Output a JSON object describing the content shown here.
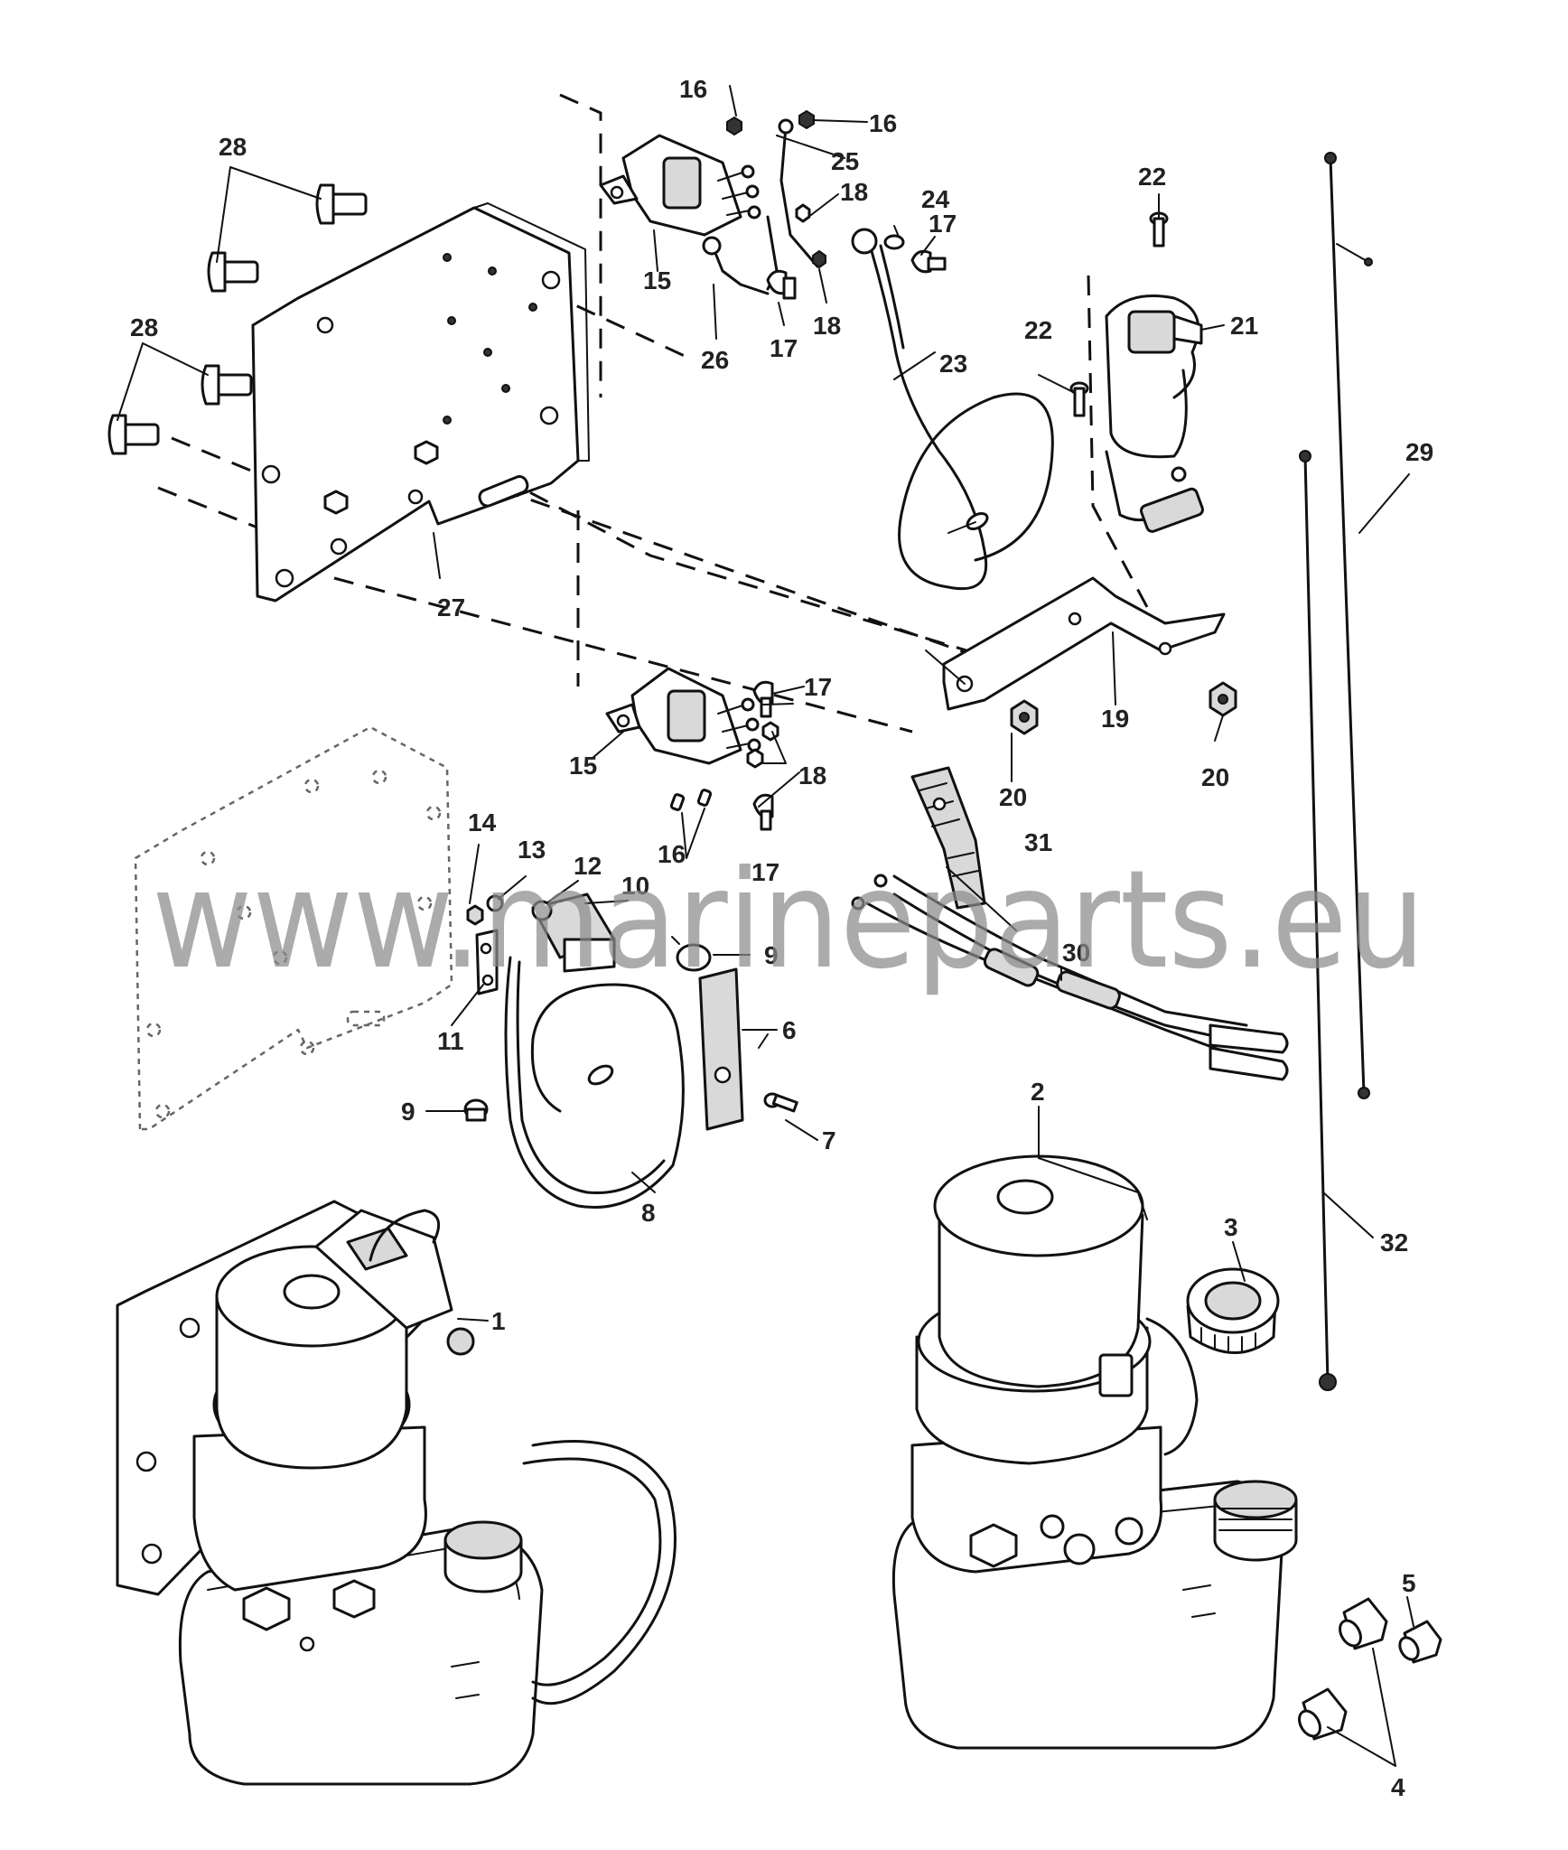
{
  "watermark": "www.marineparts.eu",
  "callouts": [
    "1",
    "2",
    "3",
    "4",
    "5",
    "6",
    "7",
    "8",
    "9",
    "9",
    "10",
    "11",
    "12",
    "13",
    "14",
    "15",
    "15",
    "16",
    "16",
    "16",
    "17",
    "17",
    "17",
    "17",
    "18",
    "18",
    "18",
    "19",
    "20",
    "20",
    "21",
    "22",
    "22",
    "23",
    "24",
    "25",
    "26",
    "27",
    "28",
    "28",
    "29",
    "30",
    "31",
    "32"
  ]
}
